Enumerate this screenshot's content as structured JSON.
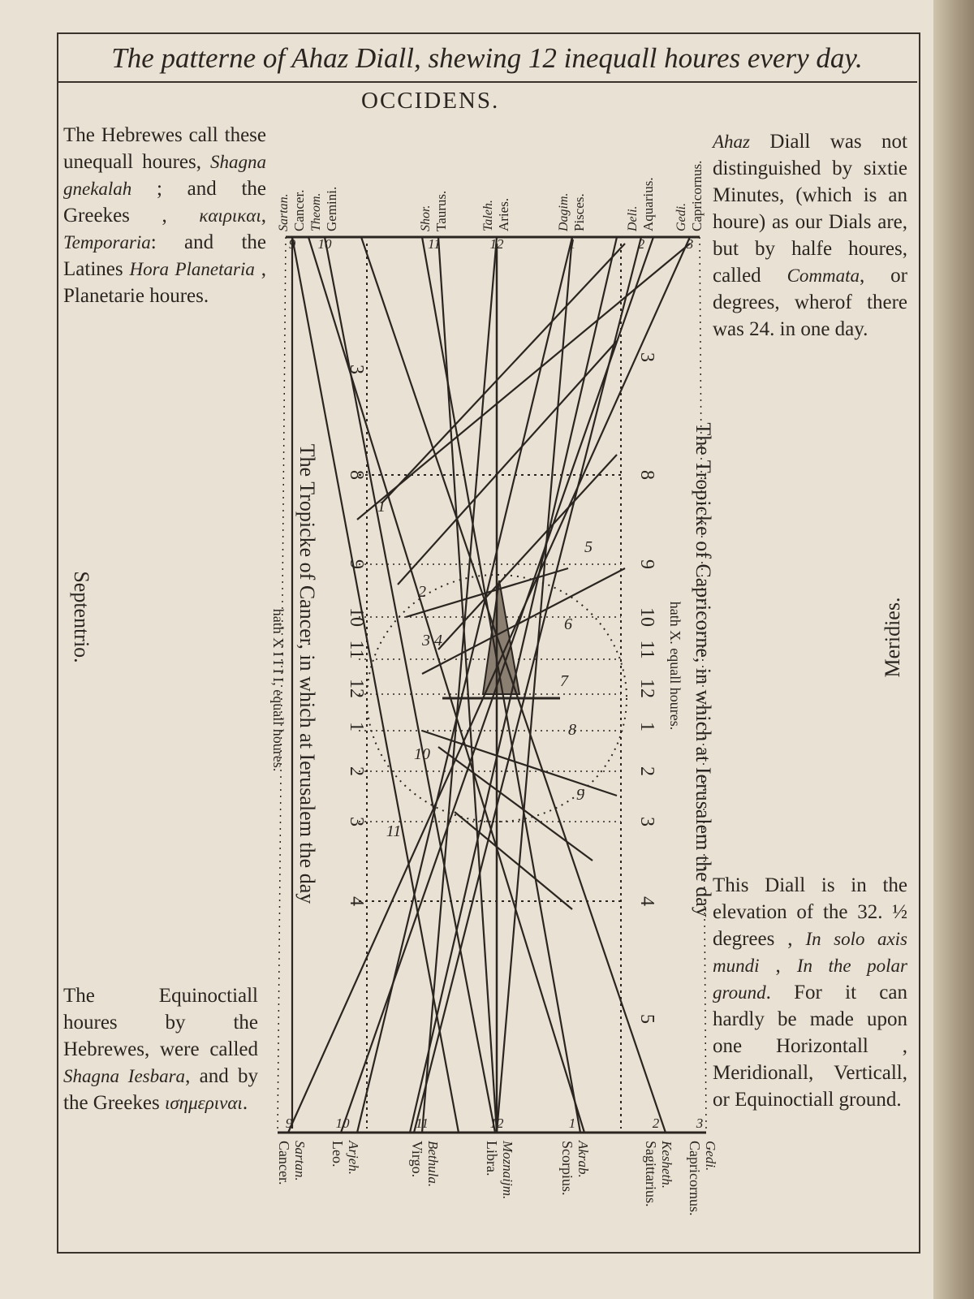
{
  "title": "The patterne of Ahaz Diall, shewing 12 inequall houres every day.",
  "occidens": "OCCIDENS.",
  "septentrio": "Septentrio.",
  "meridies": "Meridies.",
  "notes": {
    "top_left": [
      {
        "t": "The Hebrewes call these unequall houres, "
      },
      {
        "t": "Shagna gnekalah",
        "i": true
      },
      {
        "t": " ; and the Greekes , "
      },
      {
        "t": "καιρικαι",
        "i": true
      },
      {
        "t": ", "
      },
      {
        "t": "Temporaria",
        "i": true
      },
      {
        "t": ": and the Latines "
      },
      {
        "t": "Hora Planetaria",
        "i": true
      },
      {
        "t": " , Planetarie houres."
      }
    ],
    "top_right": [
      {
        "t": "Ahaz",
        "i": true
      },
      {
        "t": " Diall was not distinguished by sixtie Minutes, (which is an houre) as our Dials are, but by halfe houres, called "
      },
      {
        "t": "Commata",
        "i": true
      },
      {
        "t": ", or degrees, wherof there was 24. in one day."
      }
    ],
    "bottom_left": [
      {
        "t": "The Equinoctiall houres by the Hebrewes, were called "
      },
      {
        "t": "Shagna Iesbara",
        "i": true
      },
      {
        "t": ", and by the Greekes "
      },
      {
        "t": "ισημεριναι",
        "i": true
      },
      {
        "t": "."
      }
    ],
    "bottom_right": [
      {
        "t": "This Diall is in the elevation of the 32. ½ degrees , "
      },
      {
        "t": "In solo axis mundi",
        "i": true
      },
      {
        "t": " , "
      },
      {
        "t": "In the polar ground",
        "i": true
      },
      {
        "t": ". For it can hardly be made upon one Horizontall , Meridionall, Verticall, or Equinoctiall ground."
      }
    ]
  },
  "dial": {
    "left_vertical": "The Tropicke of Cancer, in which at Ierusalem the day",
    "left_vertical_small": "hath X I I I I, equall houres.",
    "right_vertical": "The Tropicke of Capricorne, in which at Ierusalem the day",
    "right_vertical_small": "hath X. equall houres.",
    "top_signs": [
      {
        "hebrew": "Sartan.",
        "latin": "Cancer."
      },
      {
        "hebrew": "Theom.",
        "latin": "Gemini."
      },
      {
        "hebrew": "Shor.",
        "latin": "Taurus."
      },
      {
        "hebrew": "Taleh.",
        "latin": "Aries."
      },
      {
        "hebrew": "Dagim.",
        "latin": "Pisces."
      },
      {
        "hebrew": "Deli.",
        "latin": "Aquarius."
      },
      {
        "hebrew": "Gedi.",
        "latin": "Capricornus."
      }
    ],
    "bottom_signs": [
      {
        "hebrew": "Sartan.",
        "latin": "Cancer."
      },
      {
        "hebrew": "Arjeh.",
        "latin": "Leo."
      },
      {
        "hebrew": "Bethula.",
        "latin": "Virgo."
      },
      {
        "hebrew": "Moznaijm.",
        "latin": "Libra."
      },
      {
        "hebrew": "Akrab.",
        "latin": "Scorpius."
      },
      {
        "hebrew": "Kesheth.",
        "latin": "Sagittarius."
      },
      {
        "hebrew": "Gedi.",
        "latin": "Capricornus."
      }
    ],
    "top_edge_marks": [
      "9",
      "10",
      "11",
      "12",
      "1",
      "2",
      "3"
    ],
    "bottom_edge_marks": [
      "9",
      "10",
      "11",
      "12",
      "1",
      "2",
      "3"
    ],
    "left_hours": [
      "3",
      "8",
      "9",
      "10",
      "11",
      "12",
      "1",
      "2",
      "3",
      "4"
    ],
    "right_hours": [
      "3",
      "8",
      "9",
      "10",
      "11",
      "12",
      "1",
      "2",
      "3",
      "4",
      "5"
    ],
    "inner_numbers": [
      "1",
      "2",
      "3",
      "4",
      "5",
      "6",
      "7",
      "8",
      "9",
      "10",
      "11"
    ]
  }
}
